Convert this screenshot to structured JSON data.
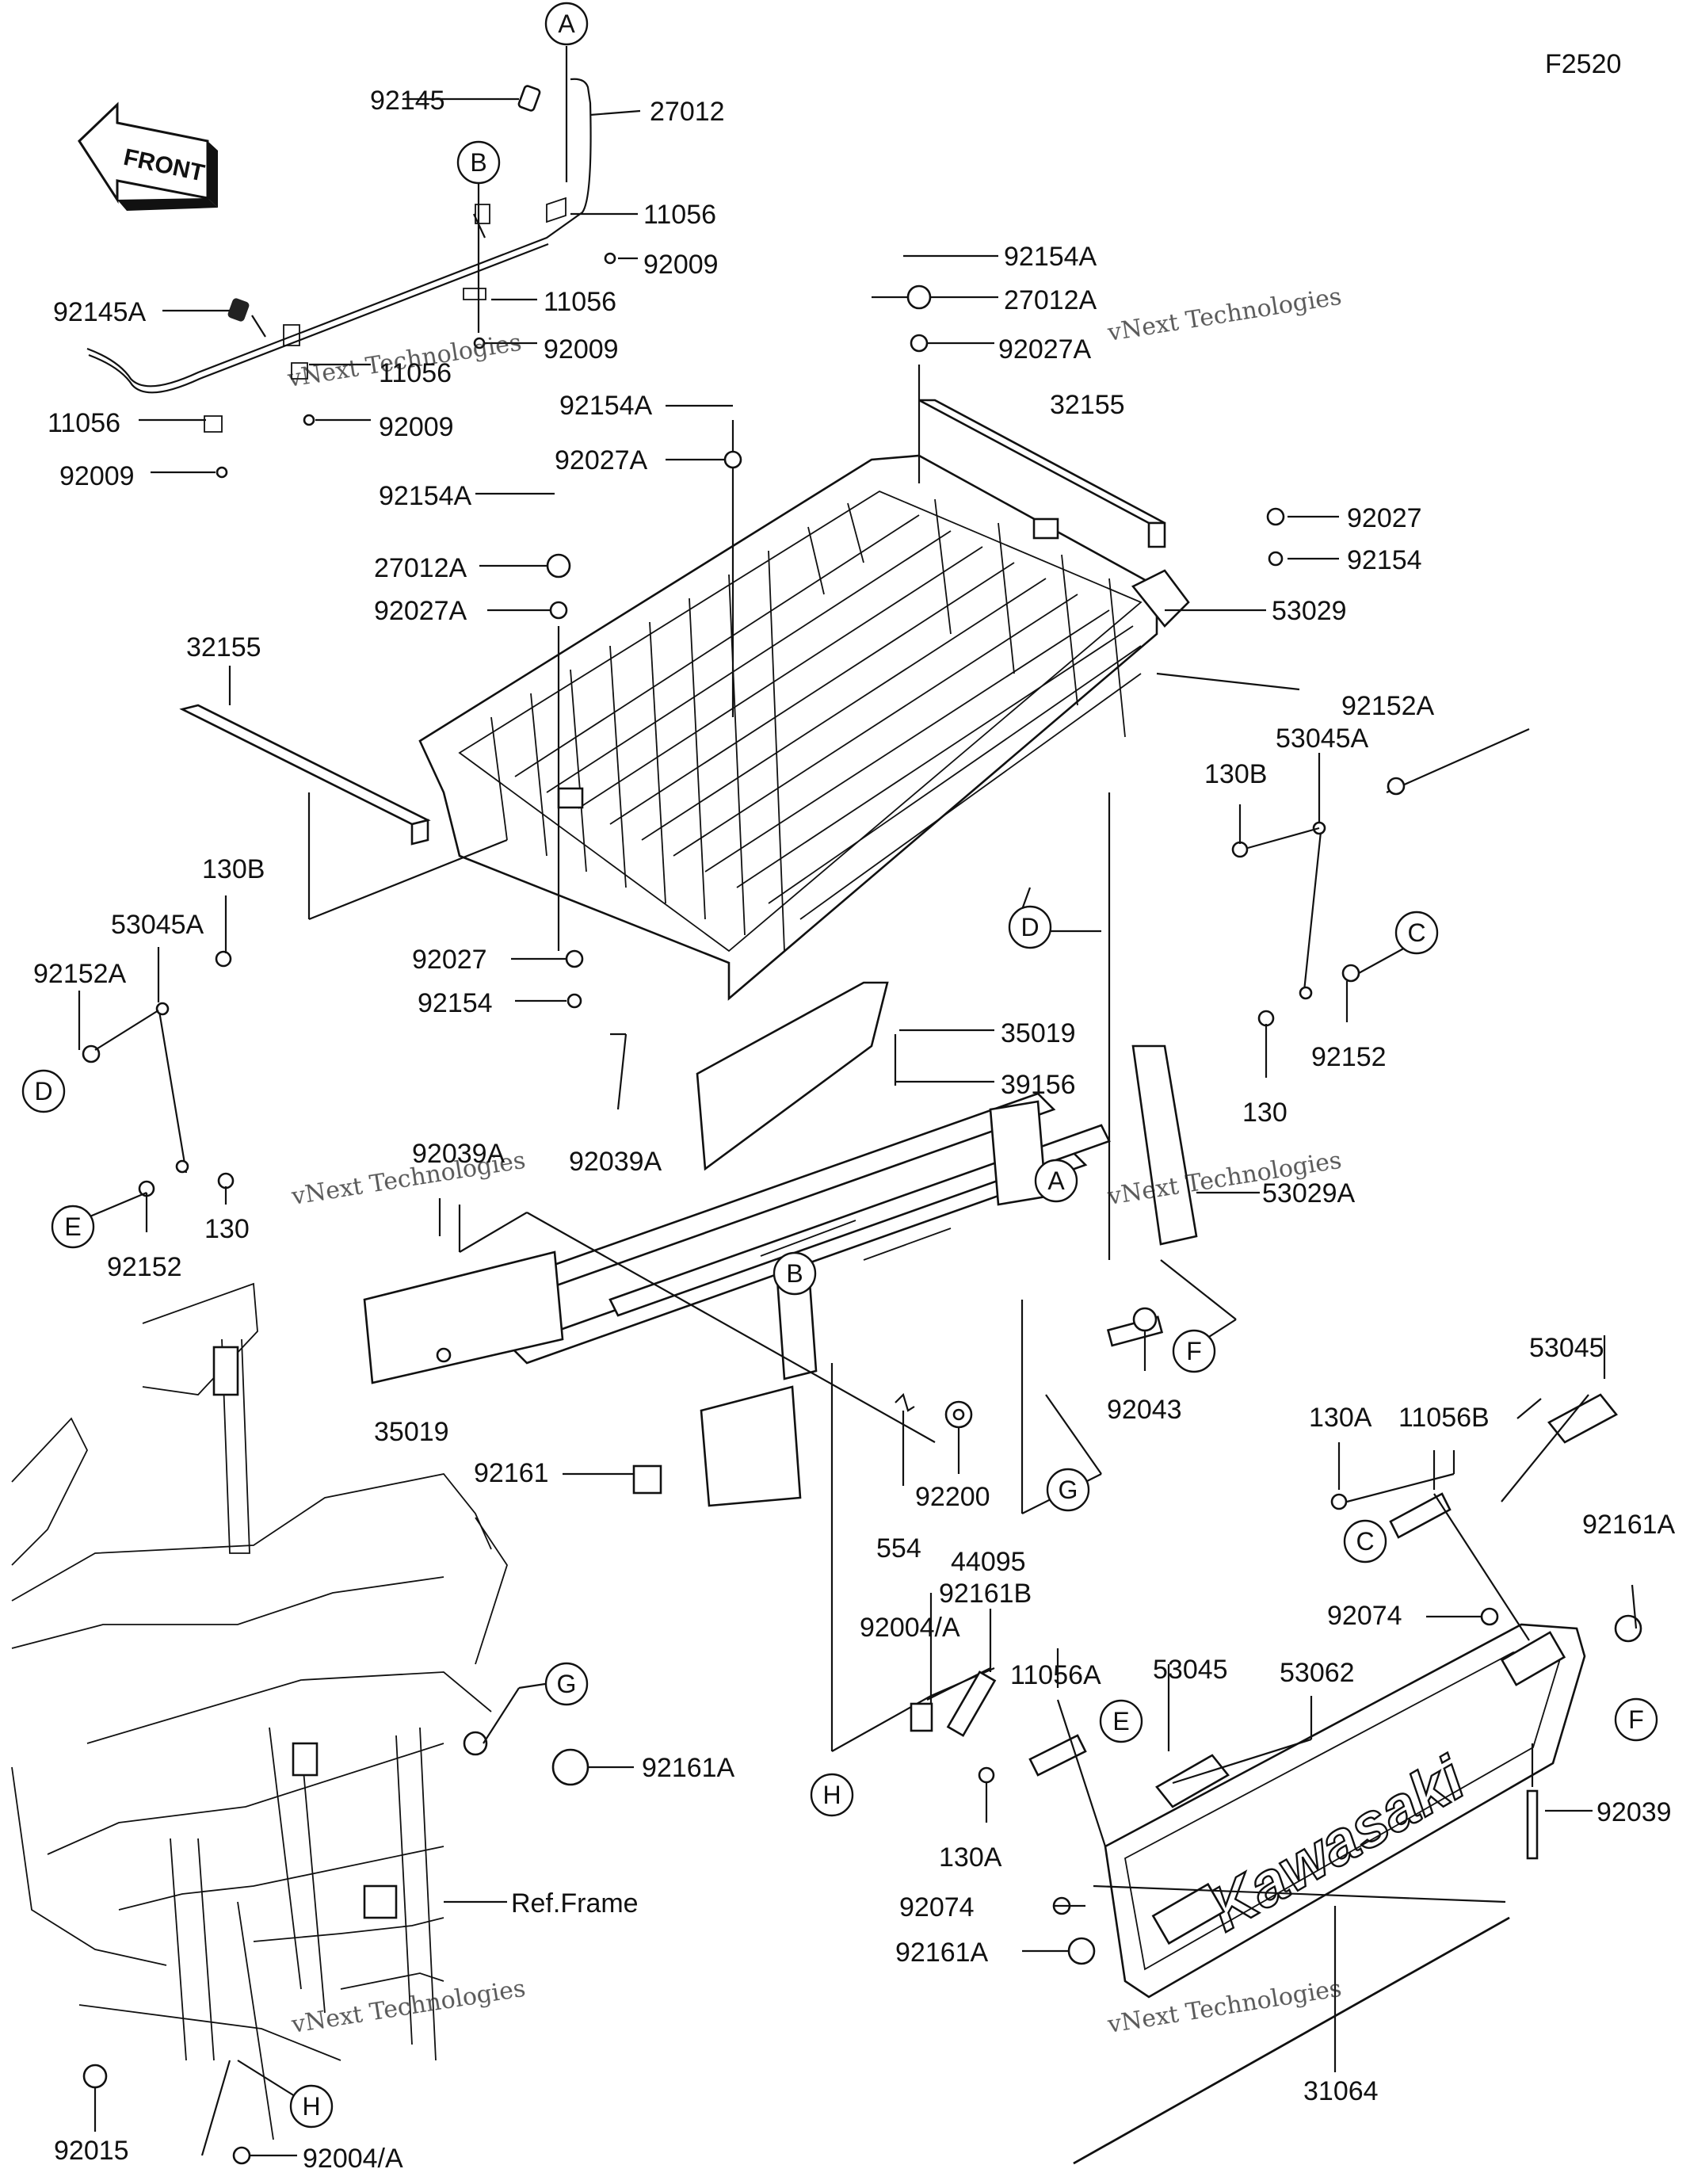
{
  "figure_code": "F2520",
  "front_arrow": {
    "text": "FRONT"
  },
  "watermark": {
    "line1": "vNext Technologies",
    "line2": "vNext Technologies"
  },
  "brand_decal": "Kawasaki",
  "frame_ref": "Ref.Frame",
  "part_labels": {
    "l_92145": "92145",
    "l_27012": "27012",
    "l_11056_a": "11056",
    "l_92009_a": "92009",
    "l_92145A": "92145A",
    "l_11056_b": "11056",
    "l_92009_b": "92009",
    "l_11056_c": "11056",
    "l_92009_c": "92009",
    "l_11056_d": "11056",
    "l_92009_d": "92009",
    "l_92154A_a": "92154A",
    "l_27012A_a": "27012A",
    "l_92027A_a": "92027A",
    "l_32155_a": "32155",
    "l_92154A_b": "92154A",
    "l_92027A_b": "92027A",
    "l_92027_a": "92027",
    "l_92154_a": "92154",
    "l_53029": "53029",
    "l_92154A_c": "92154A",
    "l_27012A_b": "27012A",
    "l_92027A_c": "92027A",
    "l_32155_b": "32155",
    "l_92152A_a": "92152A",
    "l_53045A_a": "53045A",
    "l_130B_a": "130B",
    "l_92152_a": "92152",
    "l_130_a": "130",
    "l_130B_b": "130B",
    "l_53045A_b": "53045A",
    "l_92152A_b": "92152A",
    "l_92027_b": "92027",
    "l_92154_b": "92154",
    "l_35019_a": "35019",
    "l_39156": "39156",
    "l_92039A_a": "92039A",
    "l_92039A_b": "92039A",
    "l_53029A": "53029A",
    "l_130_b": "130",
    "l_92152_b": "92152",
    "l_35019_b": "35019",
    "l_92043": "92043",
    "l_92161": "92161",
    "l_92200": "92200",
    "l_554": "554",
    "l_53045_a": "53045",
    "l_130A_a": "130A",
    "l_11056B": "11056B",
    "l_92161A_a": "92161A",
    "l_44095": "44095",
    "l_92161B": "92161B",
    "l_92004A_a": "92004/A",
    "l_11056A": "11056A",
    "l_53045_b": "53045",
    "l_53062": "53062",
    "l_92074_a": "92074",
    "l_92161A_b": "92161A",
    "l_92039": "92039",
    "l_130A_b": "130A",
    "l_92074_b": "92074",
    "l_92161A_c": "92161A",
    "l_31064": "31064",
    "l_92015": "92015",
    "l_92004A_b": "92004/A"
  },
  "callouts": {
    "c_A_top": "A",
    "c_B_top": "B",
    "c_D_right": "D",
    "c_C_right": "C",
    "c_D_left": "D",
    "c_E_left": "E",
    "c_A_mid": "A",
    "c_B_mid": "B",
    "c_F_mid": "F",
    "c_G_mid": "G",
    "c_C_low": "C",
    "c_E_low": "E",
    "c_F_low": "F",
    "c_H_mid": "H",
    "c_G_frame": "G",
    "c_H_low": "H"
  }
}
